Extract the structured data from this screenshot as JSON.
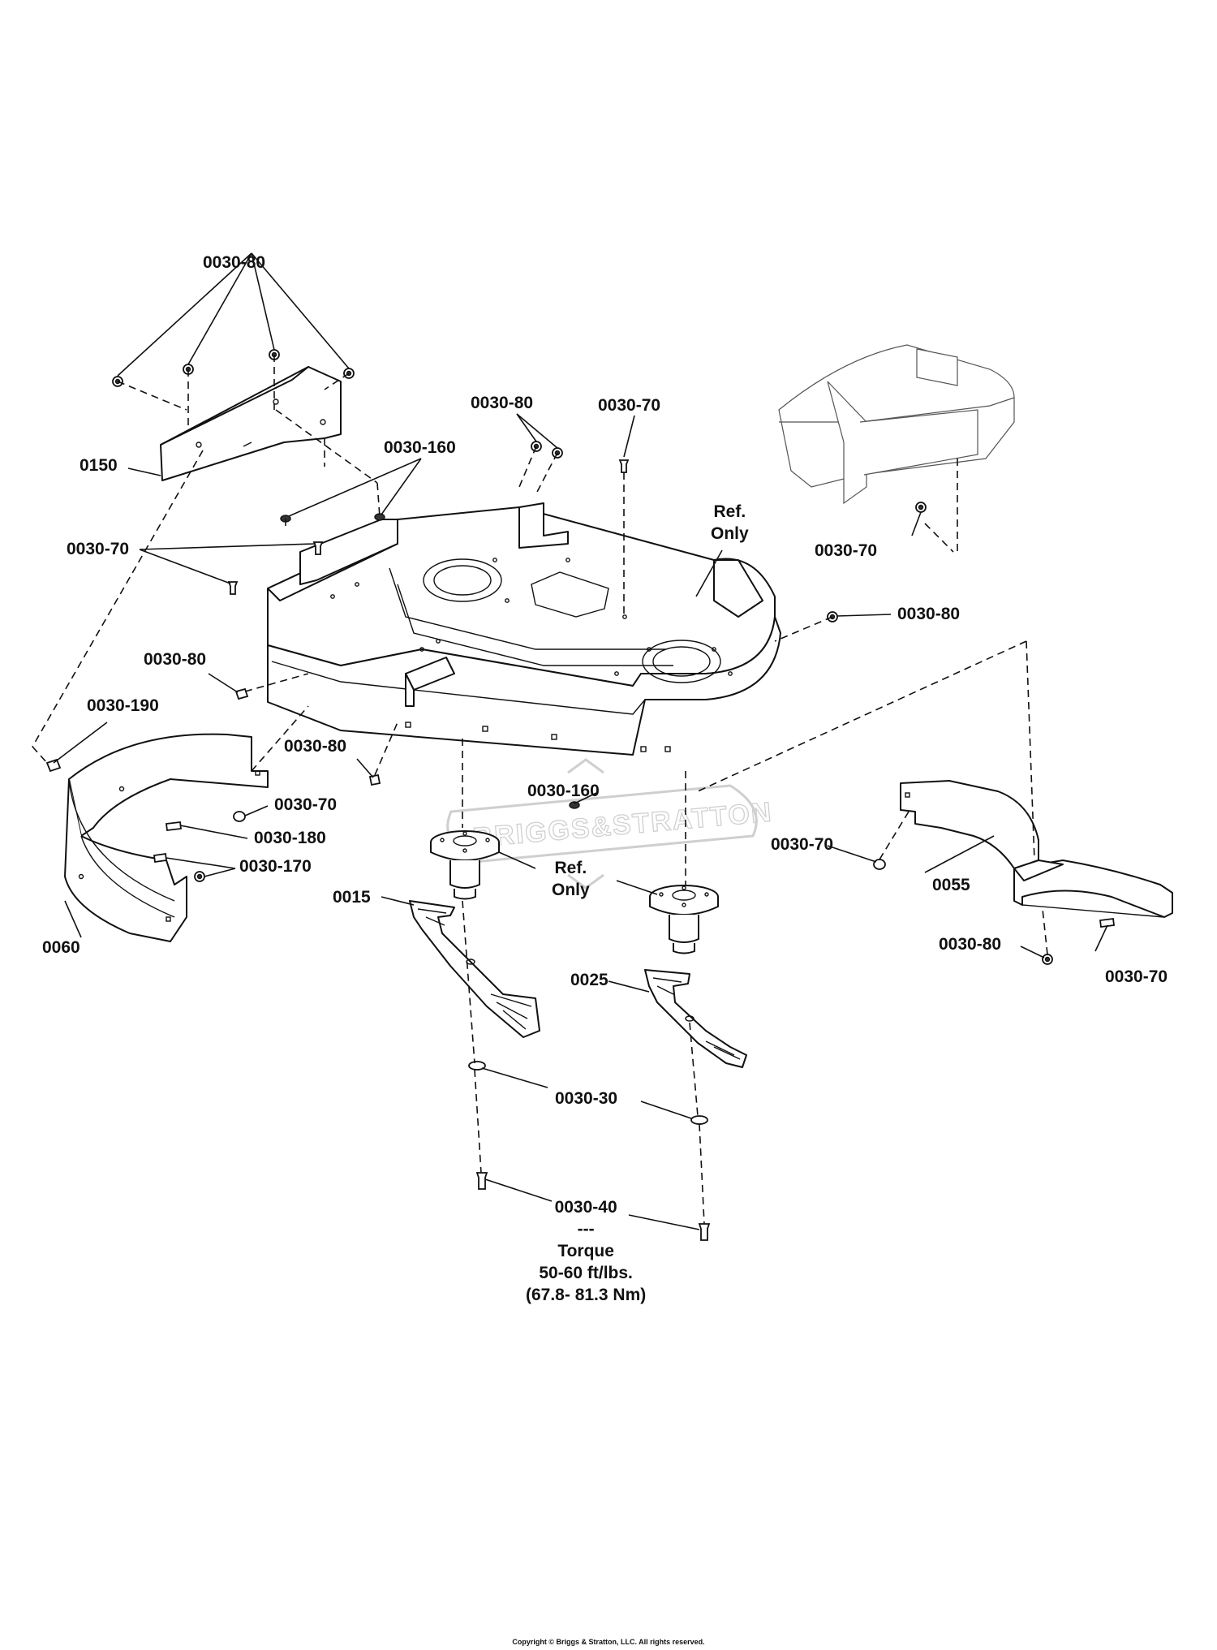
{
  "labels": {
    "top_0030_80": "0030-80",
    "p0150": "0150",
    "mid_0030_80": "0030-80",
    "top_0030_70": "0030-70",
    "left_0030_160": "0030-160",
    "ref_only_top": "Ref.\nOnly",
    "left_0030_70": "0030-70",
    "right_top_0030_70": "0030-70",
    "right_0030_80": "0030-80",
    "left_0030_80": "0030-80",
    "p0030_190": "0030-190",
    "lower_0030_80": "0030-80",
    "lower_0030_70": "0030-70",
    "p0030_180": "0030-180",
    "p0030_170": "0030-170",
    "p0060": "0060",
    "center_0030_160": "0030-160",
    "ref_only_center": "Ref.\nOnly",
    "p0015": "0015",
    "right_mid_0030_70": "0030-70",
    "p0055": "0055",
    "right_low_0030_80": "0030-80",
    "right_low_0030_70": "0030-70",
    "p0025": "0025",
    "p0030_30": "0030-30",
    "torque_note": "0030-40\n---\nTorque\n50-60 ft/lbs.\n(67.8- 81.3 Nm)"
  },
  "watermark": "BRIGGS&STRATTON",
  "copyright": "Copyright © Briggs & Stratton, LLC. All rights reserved."
}
